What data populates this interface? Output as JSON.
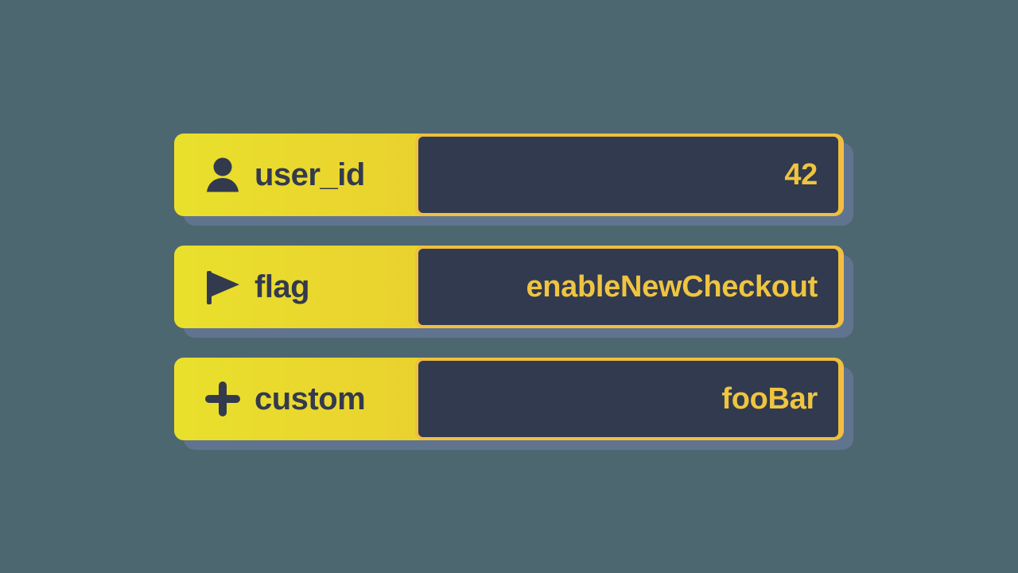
{
  "theme": {
    "background": "#4d6770",
    "label_gradient_start": "#e9e02c",
    "label_gradient_end": "#f0bf3f",
    "value_panel_bg": "#313a4f",
    "value_panel_border": "#f0bf3f",
    "value_text_color": "#efc440",
    "label_text_color": "#333a4e",
    "shadow_color": "#61748f"
  },
  "rows": [
    {
      "icon": "person-icon",
      "label": "user_id",
      "value": "42"
    },
    {
      "icon": "flag-icon",
      "label": "flag",
      "value": "enableNewCheckout"
    },
    {
      "icon": "plus-icon",
      "label": "custom",
      "value": "fooBar"
    }
  ]
}
